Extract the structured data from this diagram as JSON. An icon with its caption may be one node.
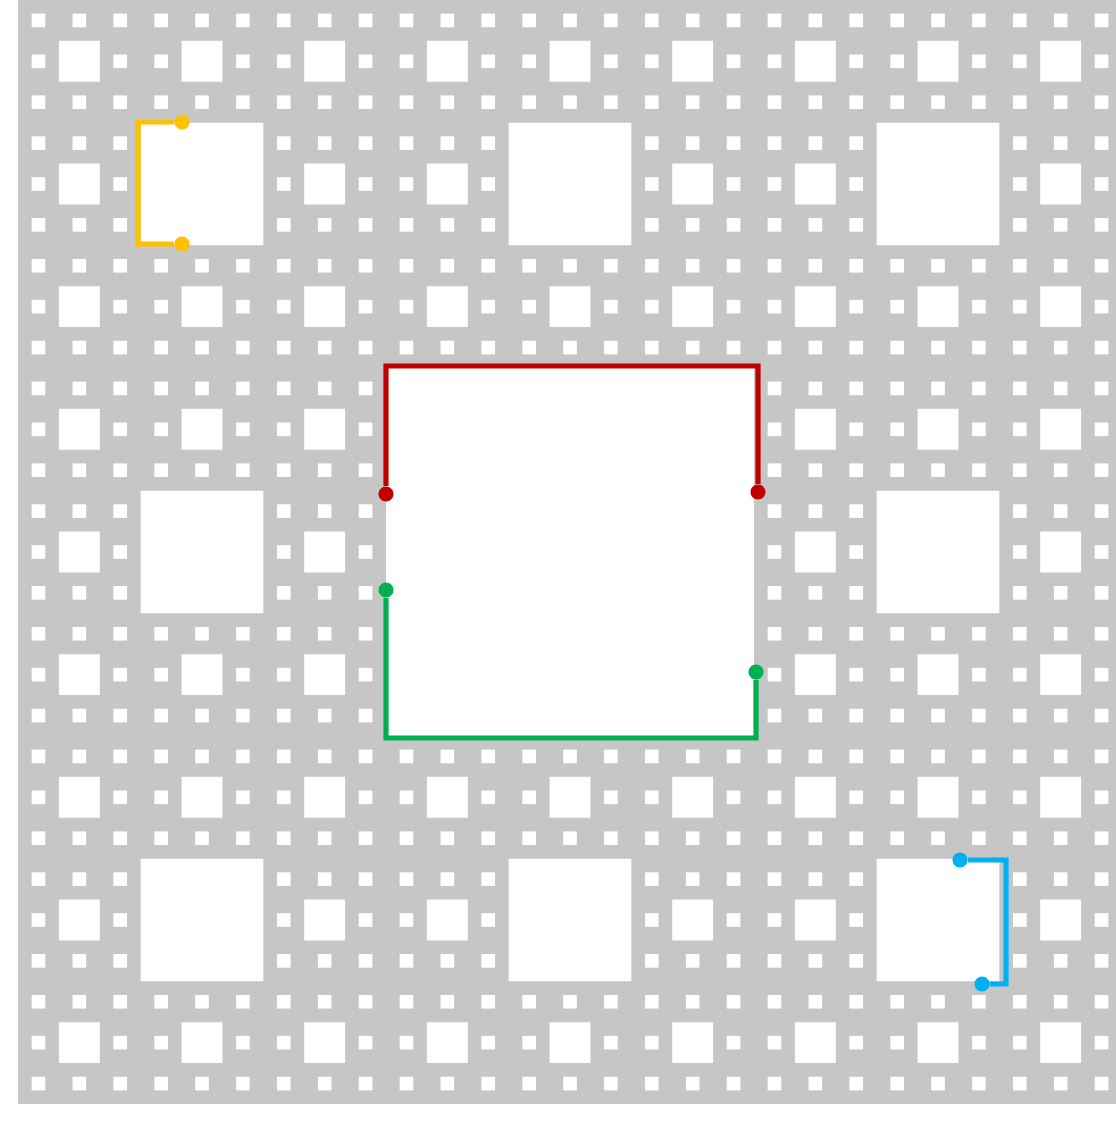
{
  "diagram": {
    "nodes": [
      {
        "text": [],
        "shape": "circle"
      },
      {
        "text": [],
        "shape": "circle"
      },
      {
        "text": [],
        "shape": "circle"
      },
      {
        "text": [],
        "shape": "circle"
      },
      {
        "text": [],
        "shape": "circle"
      },
      {
        "text": [],
        "shape": "circle"
      },
      {
        "text": [],
        "shape": "circle"
      },
      {
        "text": [],
        "shape": "circle"
      }
    ],
    "edges": [
      {
        "from": 0,
        "to": 1,
        "arrow": "none",
        "color": "#ffc000"
      },
      {
        "from": 2,
        "to": 3,
        "arrow": "none",
        "color": "#c00000"
      },
      {
        "from": 4,
        "to": 5,
        "arrow": "none",
        "color": "#00b050"
      },
      {
        "from": 6,
        "to": 7,
        "arrow": "none",
        "color": "#00b0f0"
      }
    ]
  }
}
